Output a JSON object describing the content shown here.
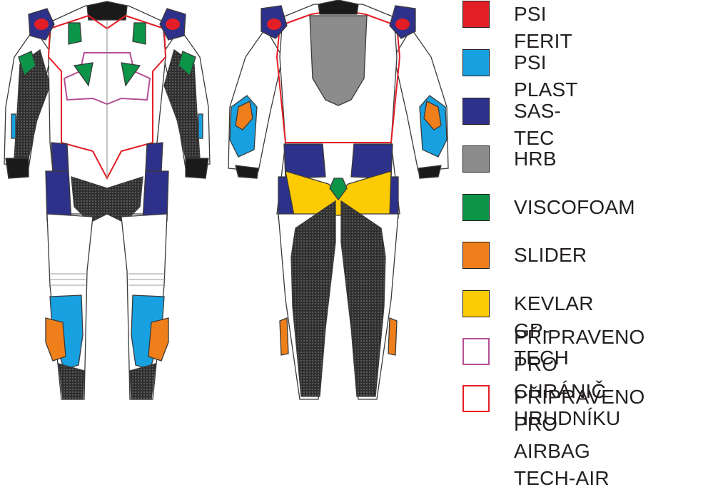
{
  "legend": [
    {
      "key": "psi-ferit",
      "label": "PSI FERIT",
      "color": "#e41e26",
      "filled": true
    },
    {
      "key": "psi-plast",
      "label": "PSI PLAST",
      "color": "#18a1e0",
      "filled": true
    },
    {
      "key": "sas-tec",
      "label": "SAS-TEC",
      "color": "#2e3189",
      "filled": true
    },
    {
      "key": "hrb",
      "label": "HRB",
      "color": "#8c8c8c",
      "filled": true
    },
    {
      "key": "viscofoam",
      "label": "VISCOFOAM",
      "color": "#0c9448",
      "filled": true
    },
    {
      "key": "slider",
      "label": "SLIDER",
      "color": "#ef7f1b",
      "filled": true
    },
    {
      "key": "kevlar",
      "label": "KEVLAR GP-TECH",
      "color": "#fdcb04",
      "filled": true
    },
    {
      "key": "chest",
      "label": "PŘIPRAVENO PRO\nCHRÁNIČ HRUDNÍKU",
      "color": "#b34f93",
      "filled": false
    },
    {
      "key": "airbag",
      "label": "PŘIPRAVENO PRO\nAIRBAG TECH-AIR",
      "color": "#e41e26",
      "filled": false
    }
  ],
  "colors": {
    "outline": "#3a3a3a",
    "mesh": "#2a2a2a",
    "suit": "#ffffff",
    "black_part": "#1a1a1a"
  }
}
